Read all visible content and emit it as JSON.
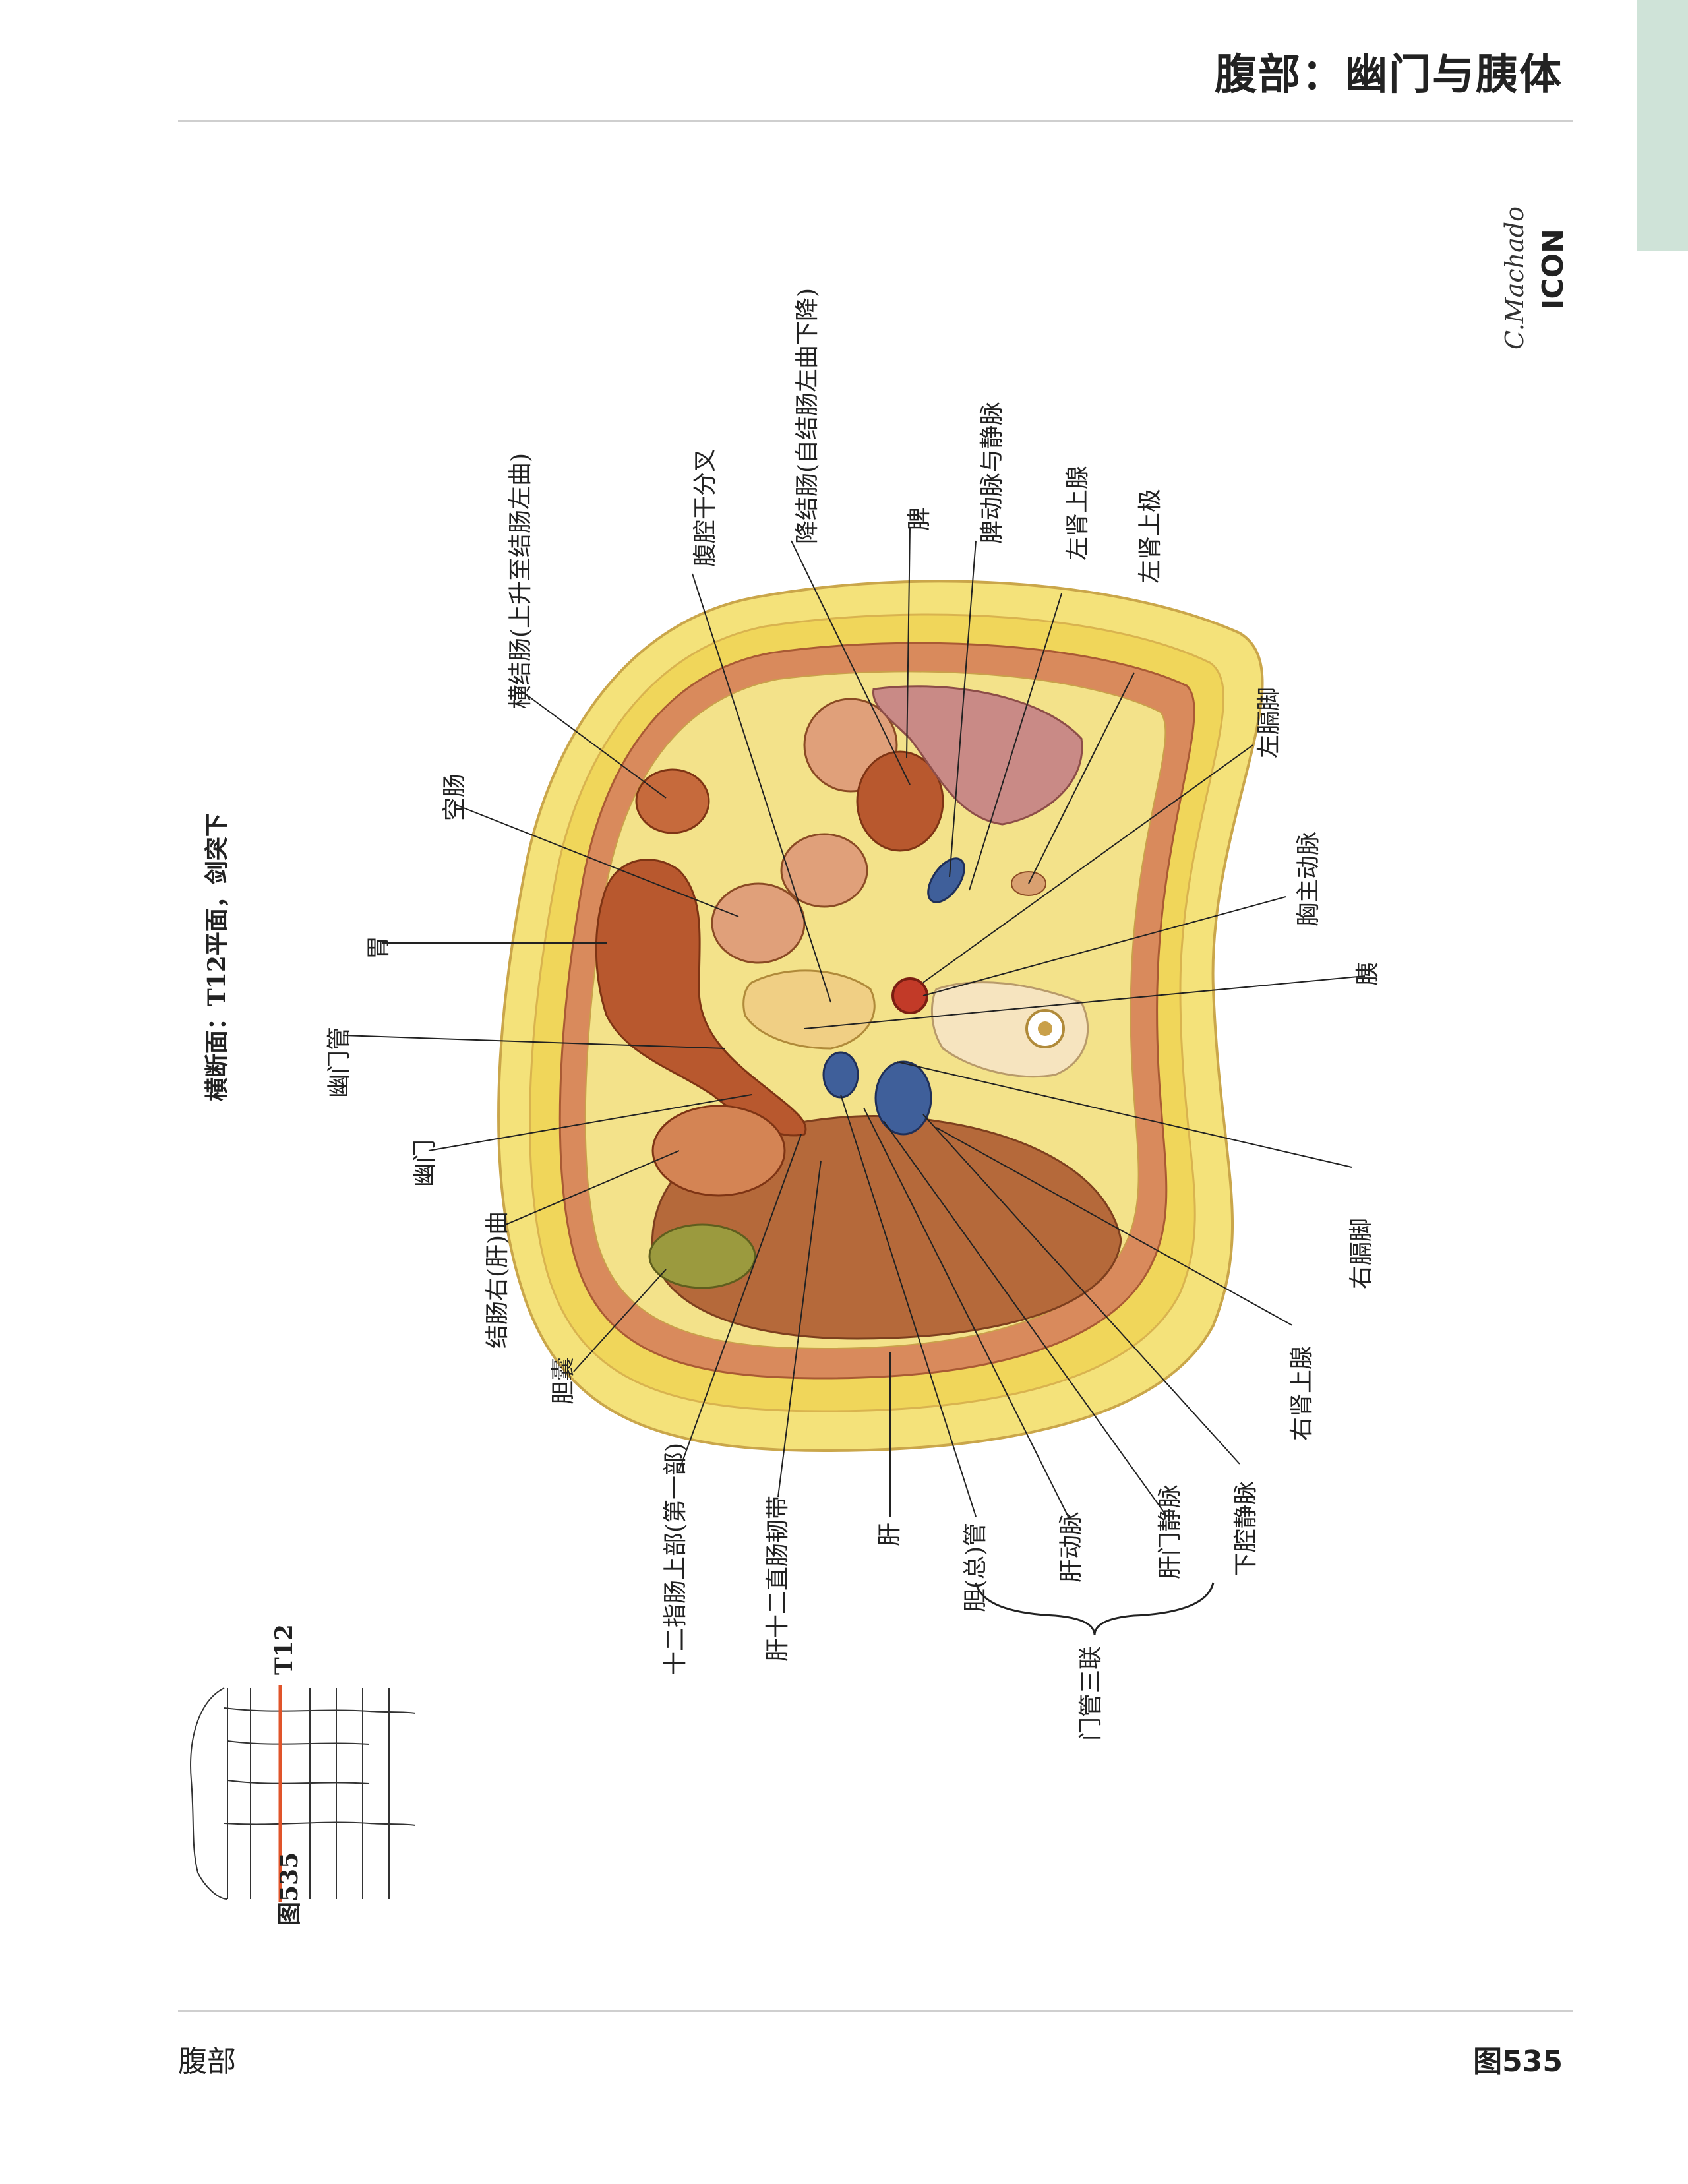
{
  "header": {
    "title": "腹部：幽门与胰体"
  },
  "section_title": "横断面：T12平面，剑突下",
  "labels": {
    "transverse_colon": "横结肠(上升至结肠左曲)",
    "jejunum": "空肠",
    "stomach": "胃",
    "pyloric_canal": "幽门管",
    "pylorus": "幽门",
    "right_colic_flexure": "结肠右(肝)曲",
    "gallbladder": "胆囊",
    "duodenum_superior": "十二指肠上部(第一部)",
    "hepatoduodenal_ligament": "肝十二直肠韧带",
    "liver": "肝",
    "common_bile_duct": "胆(总)管",
    "hepatic_artery": "肝动脉",
    "portal_vein": "肝门静脉",
    "portal_triad": "门管三联",
    "ivc": "下腔静脉",
    "right_adrenal": "右肾上腺",
    "right_crus": "右膈脚",
    "pancreas": "胰",
    "thoracic_aorta": "胸主动脉",
    "left_crus": "左膈脚",
    "left_kidney_upper_pole": "左肾上极",
    "left_adrenal": "左肾上腺",
    "splenic_vessels": "脾动脉与静脉",
    "spleen": "脾",
    "descending_colon": "降结肠(自结肠左曲下降)",
    "celiac_trunk": "腹腔干分叉"
  },
  "inset": {
    "level_label": "T12",
    "figure_label": "图535"
  },
  "signature": "C.Machado",
  "logo_text": "ICON",
  "footer": {
    "left": "腹部",
    "right": "图535"
  },
  "colors": {
    "fat": "#f2e06a",
    "muscle": "#c8734a",
    "liver": "#b5693a",
    "stomach": "#b8582e",
    "spleen": "#c98a86",
    "vein": "#3f5f9a",
    "artery": "#c23a28",
    "gallbladder": "#9b9a3e",
    "side_tab": "#cfe3d8",
    "inset_line": "#e0542a"
  }
}
